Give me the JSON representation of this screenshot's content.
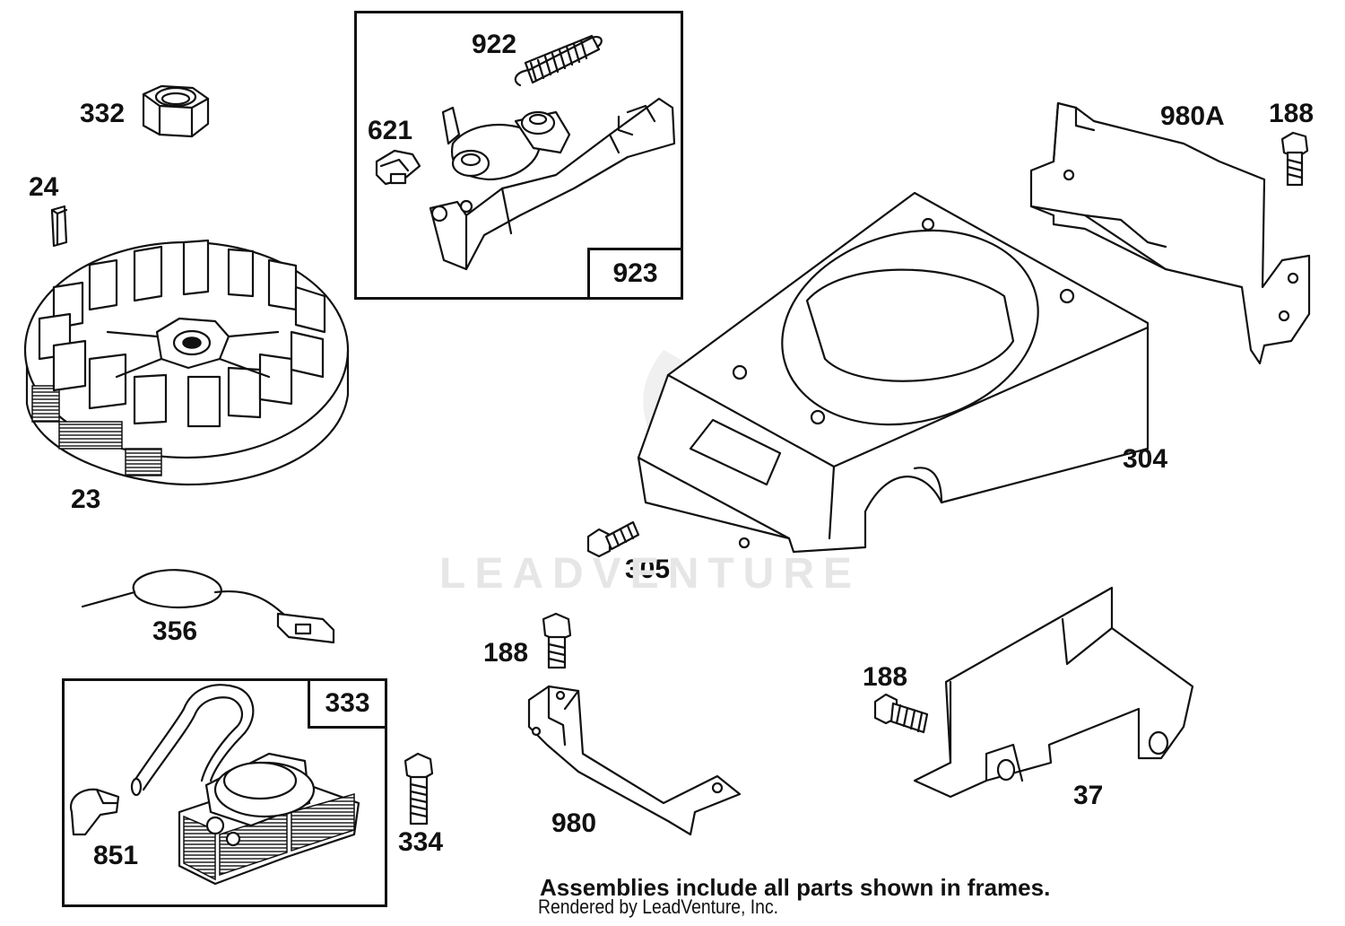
{
  "diagram": {
    "watermark": "LEADVENTURE",
    "footer_note": "Assemblies include all parts shown in frames.",
    "credit": "Rendered by LeadVenture, Inc.",
    "frames": {
      "governor_frame_tag": "923",
      "ignition_frame_tag": "333"
    },
    "parts": [
      {
        "id": "part-332",
        "label": "332",
        "name": "Nut (flywheel)"
      },
      {
        "id": "part-24",
        "label": "24",
        "name": "Key (flywheel)"
      },
      {
        "id": "part-23",
        "label": "23",
        "name": "Flywheel"
      },
      {
        "id": "part-922",
        "label": "922",
        "name": "Spring (governor)"
      },
      {
        "id": "part-621",
        "label": "621",
        "name": "Lever (governor)"
      },
      {
        "id": "part-980A",
        "label": "980A",
        "name": "Bracket (control)"
      },
      {
        "id": "part-188a",
        "label": "188",
        "name": "Screw"
      },
      {
        "id": "part-304",
        "label": "304",
        "name": "Blower housing"
      },
      {
        "id": "part-305",
        "label": "305",
        "name": "Screw"
      },
      {
        "id": "part-356",
        "label": "356",
        "name": "Ground wire"
      },
      {
        "id": "part-188b",
        "label": "188",
        "name": "Screw"
      },
      {
        "id": "part-188c",
        "label": "188",
        "name": "Screw"
      },
      {
        "id": "part-980",
        "label": "980",
        "name": "Bracket"
      },
      {
        "id": "part-37",
        "label": "37",
        "name": "Shield"
      },
      {
        "id": "part-334",
        "label": "334",
        "name": "Screw"
      },
      {
        "id": "part-851",
        "label": "851",
        "name": "Spark plug terminal"
      }
    ]
  }
}
